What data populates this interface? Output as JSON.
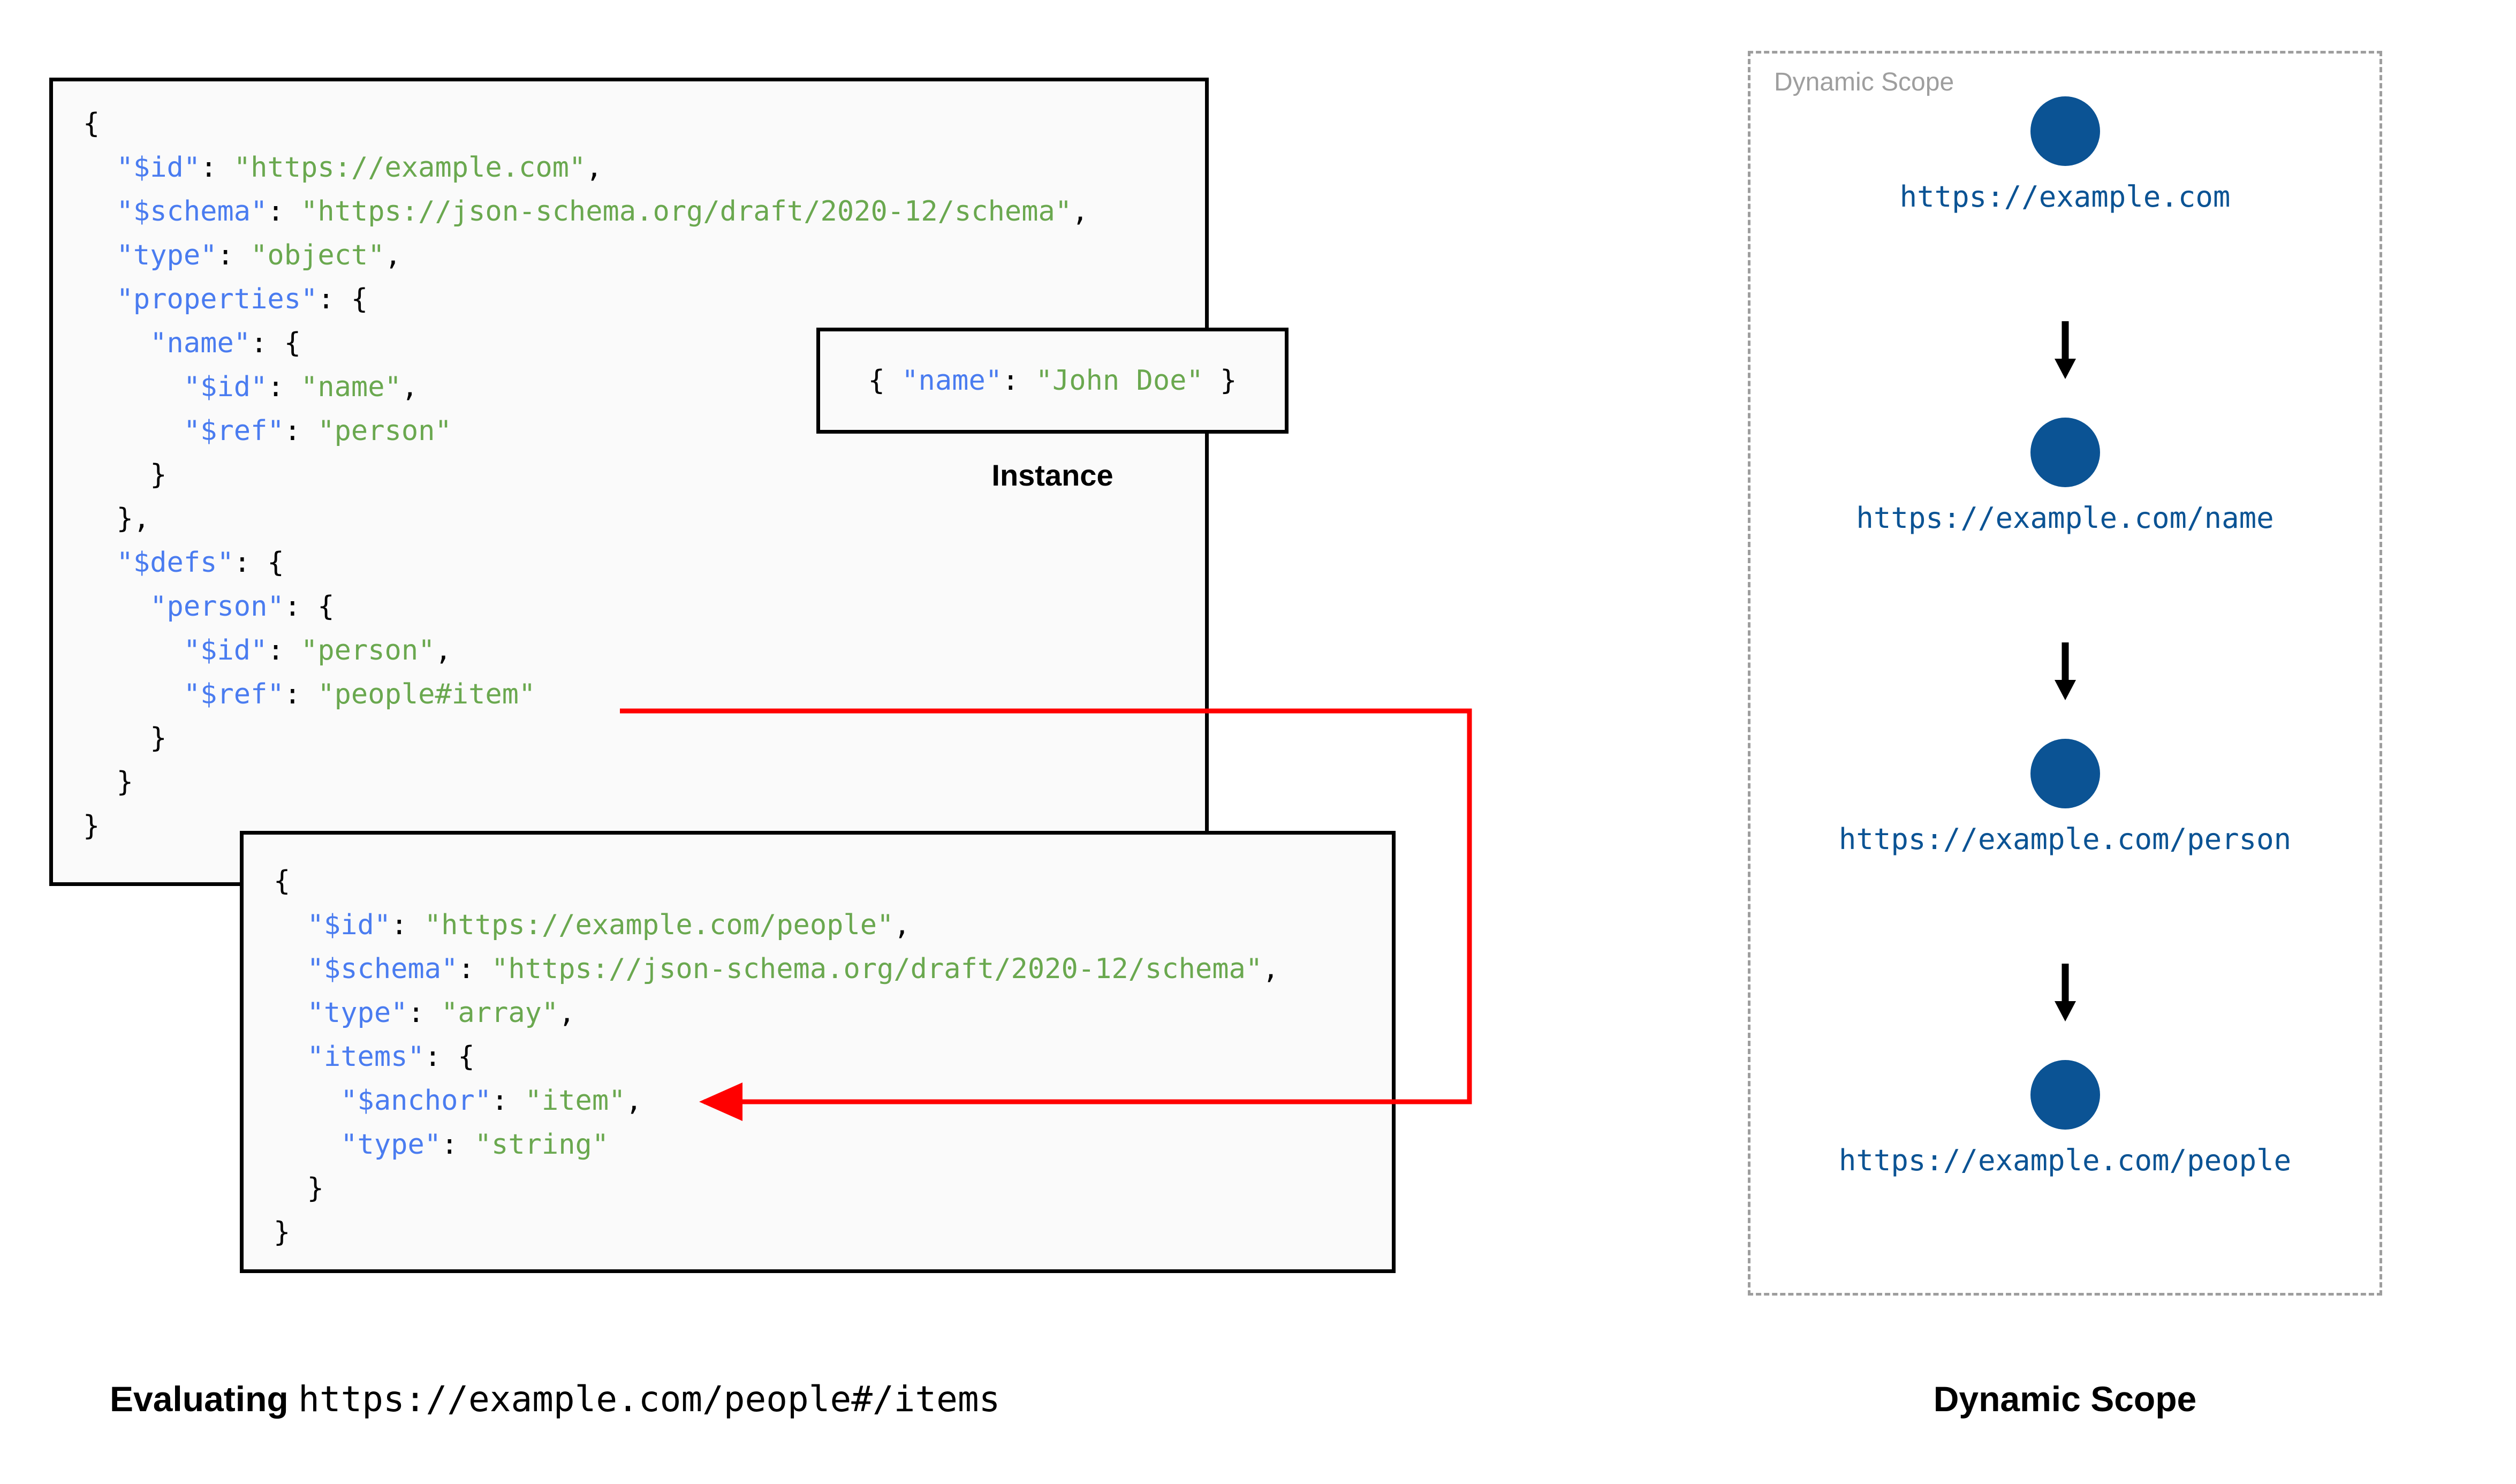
{
  "colors": {
    "key": "#4a7cf0",
    "string": "#6aa84f",
    "punct": "#000000",
    "node": "#0b5394",
    "arrow_ref": "#ff0000",
    "scope_border": "#9e9e9e",
    "box_border": "#000000",
    "box_bg": "#fafafa",
    "page_bg": "#ffffff"
  },
  "schema_main": {
    "name": "root-schema",
    "lines": [
      [
        {
          "t": "{",
          "c": "p"
        }
      ],
      [
        {
          "t": "  ",
          "c": "p"
        },
        {
          "t": "\"$id\"",
          "c": "k"
        },
        {
          "t": ": ",
          "c": "p"
        },
        {
          "t": "\"https://example.com\"",
          "c": "s"
        },
        {
          "t": ",",
          "c": "p"
        }
      ],
      [
        {
          "t": "  ",
          "c": "p"
        },
        {
          "t": "\"$schema\"",
          "c": "k"
        },
        {
          "t": ": ",
          "c": "p"
        },
        {
          "t": "\"https://json-schema.org/draft/2020-12/schema\"",
          "c": "s"
        },
        {
          "t": ",",
          "c": "p"
        }
      ],
      [
        {
          "t": "  ",
          "c": "p"
        },
        {
          "t": "\"type\"",
          "c": "k"
        },
        {
          "t": ": ",
          "c": "p"
        },
        {
          "t": "\"object\"",
          "c": "s"
        },
        {
          "t": ",",
          "c": "p"
        }
      ],
      [
        {
          "t": "  ",
          "c": "p"
        },
        {
          "t": "\"properties\"",
          "c": "k"
        },
        {
          "t": ": {",
          "c": "p"
        }
      ],
      [
        {
          "t": "    ",
          "c": "p"
        },
        {
          "t": "\"name\"",
          "c": "k"
        },
        {
          "t": ": {",
          "c": "p"
        }
      ],
      [
        {
          "t": "      ",
          "c": "p"
        },
        {
          "t": "\"$id\"",
          "c": "k"
        },
        {
          "t": ": ",
          "c": "p"
        },
        {
          "t": "\"name\"",
          "c": "s"
        },
        {
          "t": ",",
          "c": "p"
        }
      ],
      [
        {
          "t": "      ",
          "c": "p"
        },
        {
          "t": "\"$ref\"",
          "c": "k"
        },
        {
          "t": ": ",
          "c": "p"
        },
        {
          "t": "\"person\"",
          "c": "s"
        }
      ],
      [
        {
          "t": "    }",
          "c": "p"
        }
      ],
      [
        {
          "t": "  },",
          "c": "p"
        }
      ],
      [
        {
          "t": "  ",
          "c": "p"
        },
        {
          "t": "\"$defs\"",
          "c": "k"
        },
        {
          "t": ": {",
          "c": "p"
        }
      ],
      [
        {
          "t": "    ",
          "c": "p"
        },
        {
          "t": "\"person\"",
          "c": "k"
        },
        {
          "t": ": {",
          "c": "p"
        }
      ],
      [
        {
          "t": "      ",
          "c": "p"
        },
        {
          "t": "\"$id\"",
          "c": "k"
        },
        {
          "t": ": ",
          "c": "p"
        },
        {
          "t": "\"person\"",
          "c": "s"
        },
        {
          "t": ",",
          "c": "p"
        }
      ],
      [
        {
          "t": "      ",
          "c": "p"
        },
        {
          "t": "\"$ref\"",
          "c": "k"
        },
        {
          "t": ": ",
          "c": "p"
        },
        {
          "t": "\"people#item\"",
          "c": "s"
        }
      ],
      [
        {
          "t": "    }",
          "c": "p"
        }
      ],
      [
        {
          "t": "  }",
          "c": "p"
        }
      ],
      [
        {
          "t": "}",
          "c": "p"
        }
      ]
    ]
  },
  "schema_people": {
    "name": "people-schema",
    "lines": [
      [
        {
          "t": "{",
          "c": "p"
        }
      ],
      [
        {
          "t": "  ",
          "c": "p"
        },
        {
          "t": "\"$id\"",
          "c": "k"
        },
        {
          "t": ": ",
          "c": "p"
        },
        {
          "t": "\"https://example.com/people\"",
          "c": "s"
        },
        {
          "t": ",",
          "c": "p"
        }
      ],
      [
        {
          "t": "  ",
          "c": "p"
        },
        {
          "t": "\"$schema\"",
          "c": "k"
        },
        {
          "t": ": ",
          "c": "p"
        },
        {
          "t": "\"https://json-schema.org/draft/2020-12/schema\"",
          "c": "s"
        },
        {
          "t": ",",
          "c": "p"
        }
      ],
      [
        {
          "t": "  ",
          "c": "p"
        },
        {
          "t": "\"type\"",
          "c": "k"
        },
        {
          "t": ": ",
          "c": "p"
        },
        {
          "t": "\"array\"",
          "c": "s"
        },
        {
          "t": ",",
          "c": "p"
        }
      ],
      [
        {
          "t": "  ",
          "c": "p"
        },
        {
          "t": "\"items\"",
          "c": "k"
        },
        {
          "t": ": {",
          "c": "p"
        }
      ],
      [
        {
          "t": "    ",
          "c": "p"
        },
        {
          "t": "\"$anchor\"",
          "c": "k"
        },
        {
          "t": ": ",
          "c": "p"
        },
        {
          "t": "\"item\"",
          "c": "s"
        },
        {
          "t": ",",
          "c": "p"
        }
      ],
      [
        {
          "t": "    ",
          "c": "p"
        },
        {
          "t": "\"type\"",
          "c": "k"
        },
        {
          "t": ": ",
          "c": "p"
        },
        {
          "t": "\"string\"",
          "c": "s"
        }
      ],
      [
        {
          "t": "  }",
          "c": "p"
        }
      ],
      [
        {
          "t": "}",
          "c": "p"
        }
      ]
    ]
  },
  "instance": {
    "label": "Instance",
    "lines": [
      [
        {
          "t": "{ ",
          "c": "p"
        },
        {
          "t": "\"name\"",
          "c": "k"
        },
        {
          "t": ": ",
          "c": "p"
        },
        {
          "t": "\"John Doe\"",
          "c": "s"
        },
        {
          "t": " }",
          "c": "p"
        }
      ]
    ]
  },
  "scope": {
    "panel_label": "Dynamic Scope",
    "caption": "Dynamic Scope",
    "nodes": [
      {
        "url": "https://example.com"
      },
      {
        "url": "https://example.com/name"
      },
      {
        "url": "https://example.com/person"
      },
      {
        "url": "https://example.com/people"
      }
    ]
  },
  "evaluating_caption": {
    "bold": "Evaluating",
    "mono": "https://example.com/people#/items"
  }
}
